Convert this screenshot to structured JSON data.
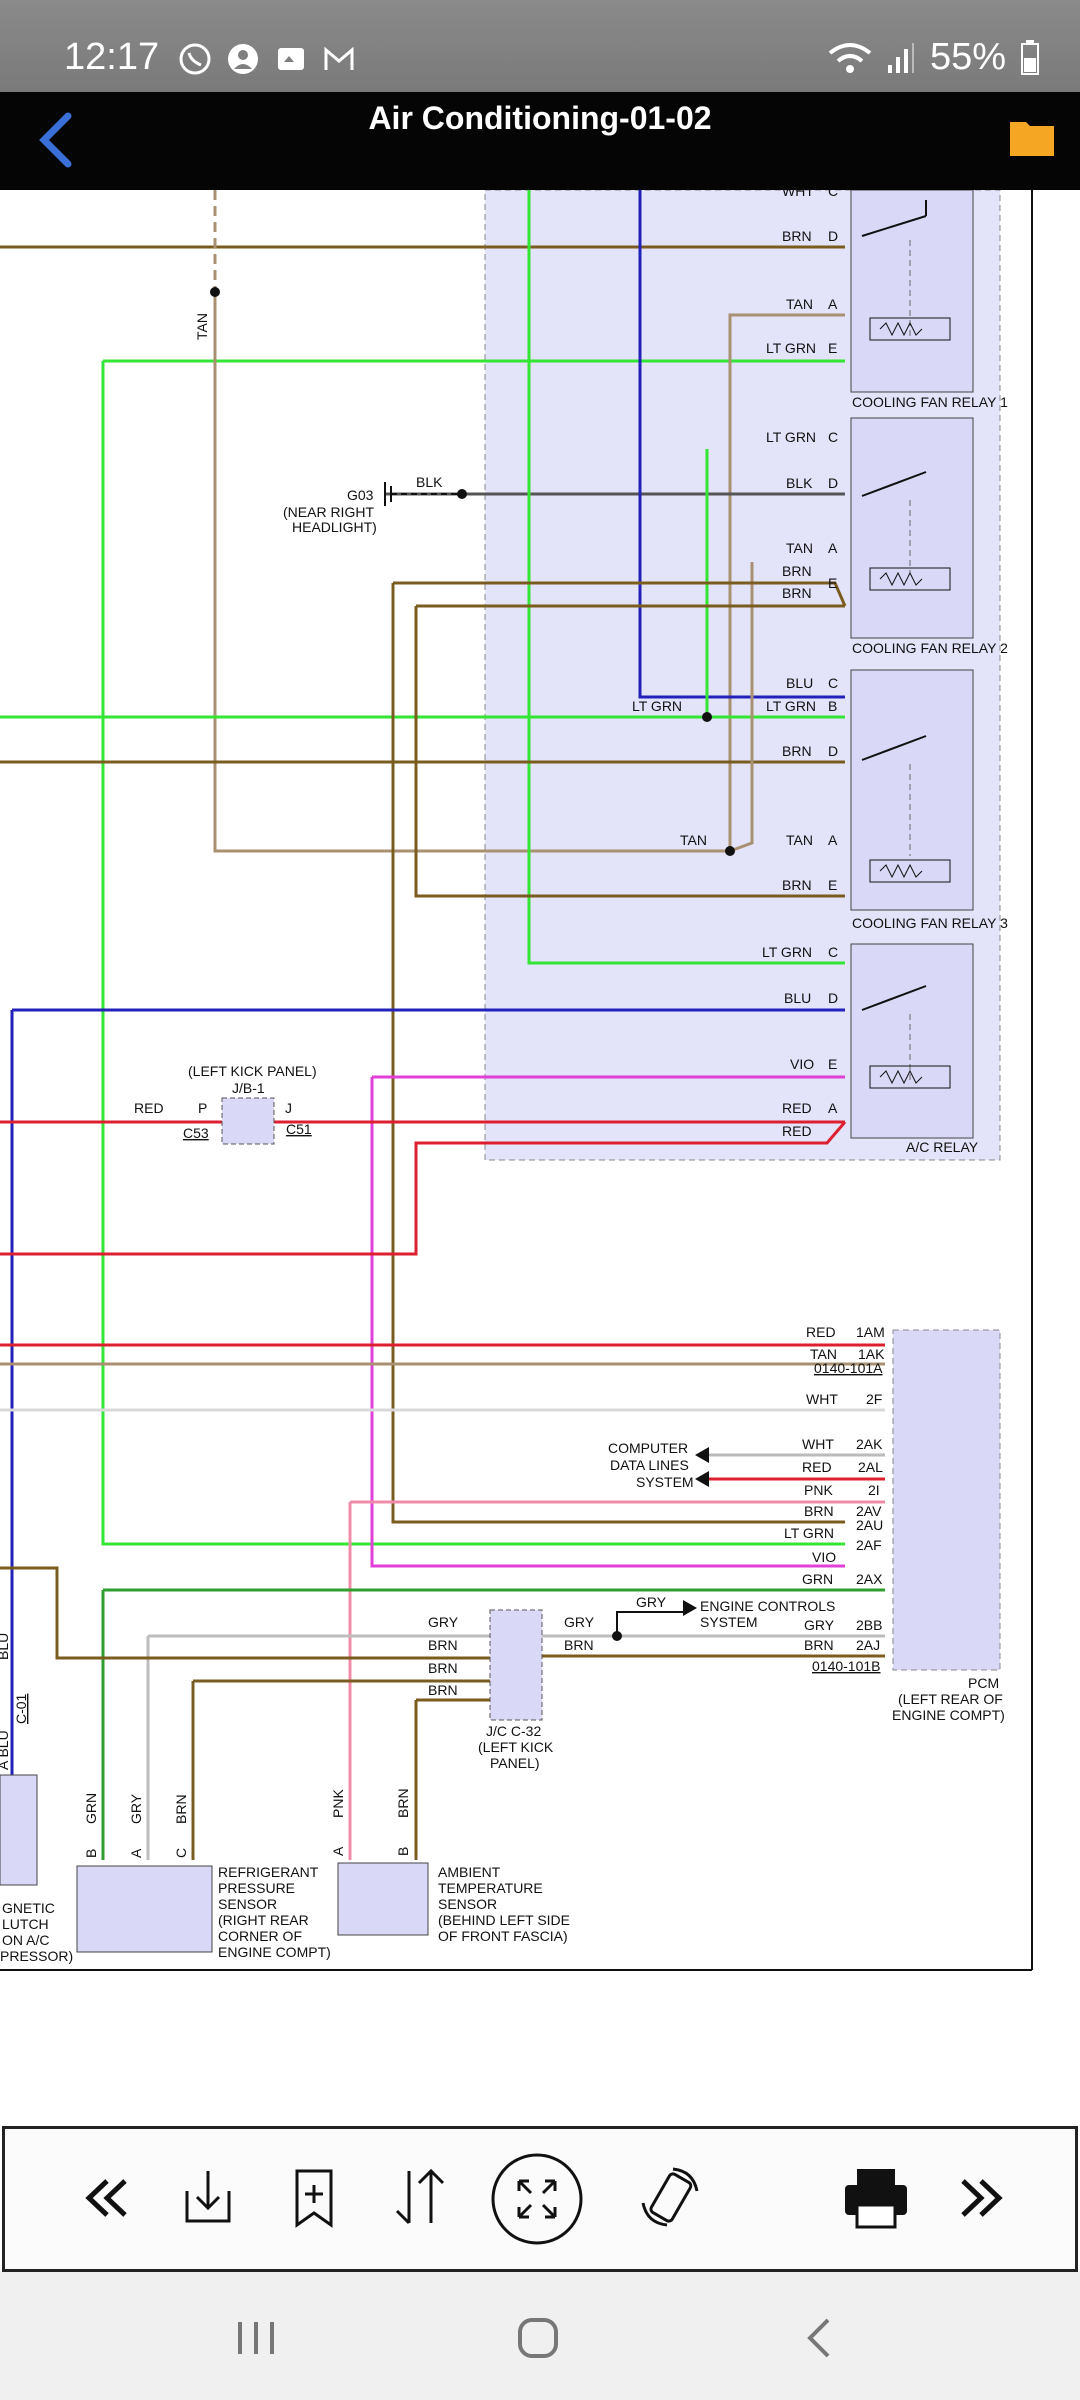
{
  "status_bar": {
    "time": "12:17",
    "battery": "55%",
    "icons_left": [
      "viber-icon",
      "account-icon",
      "image-icon",
      "gmail-icon"
    ],
    "icons_right": [
      "wifi-icon",
      "signal-icon",
      "battery-icon"
    ]
  },
  "app_bar": {
    "title": "Air Conditioning-01-02"
  },
  "diagram": {
    "relays": [
      "COOLING FAN RELAY 1",
      "COOLING FAN RELAY 2",
      "COOLING FAN RELAY 3",
      "A/C RELAY"
    ],
    "r1": {
      "c": "WHT",
      "d": "BRN",
      "a": "TAN",
      "e": "LT GRN",
      "pc": "C",
      "pd": "D",
      "pa": "A",
      "pe": "E"
    },
    "r2": {
      "c": "LT GRN",
      "d": "BLK",
      "a": "TAN",
      "brn1": "BRN",
      "brn2": "BRN",
      "e": "E"
    },
    "r3": {
      "c": "BLU",
      "b": "LT GRN",
      "d": "BRN",
      "a": "TAN",
      "e": "BRN",
      "ltgrn_left": "LT GRN",
      "tan_left": "TAN",
      "pb": "B"
    },
    "ac": {
      "c": "LT GRN",
      "d": "BLU",
      "e": "VIO",
      "a": "RED",
      "red2": "RED"
    },
    "ground": {
      "id": "G03",
      "wire": "BLK",
      "loc1": "(NEAR RIGHT",
      "loc2": "HEADLIGHT)"
    },
    "tan_vert": "TAN",
    "jb": {
      "loc": "(LEFT KICK PANEL)",
      "id": "J/B-1",
      "red": "RED",
      "p": "P",
      "j": "J",
      "c53": "C53",
      "c51": "C51"
    },
    "pcm_rows": [
      {
        "wire": "RED",
        "pin": "1AM"
      },
      {
        "wire": "TAN",
        "pin": "1AK"
      },
      {
        "wire": "",
        "pin": "0140-101A"
      },
      {
        "wire": "WHT",
        "pin": "2F"
      },
      {
        "wire": "WHT",
        "pin": "2AK"
      },
      {
        "wire": "RED",
        "pin": "2AL"
      },
      {
        "wire": "PNK",
        "pin": "2I"
      },
      {
        "wire": "BRN",
        "pin": "2AV"
      },
      {
        "wire": "",
        "pin": "2AU"
      },
      {
        "wire": "LT GRN",
        "pin": ""
      },
      {
        "wire": "",
        "pin": "2AF"
      },
      {
        "wire": "VIO",
        "pin": ""
      },
      {
        "wire": "GRN",
        "pin": "2AX"
      },
      {
        "wire": "GRY",
        "pin": "2BB"
      },
      {
        "wire": "BRN",
        "pin": "2AJ"
      },
      {
        "wire": "",
        "pin": "0140-101B"
      }
    ],
    "computer_data": [
      "COMPUTER",
      "DATA LINES",
      "SYSTEM"
    ],
    "engine_controls": [
      "ENGINE CONTROLS",
      "SYSTEM"
    ],
    "gry_top": "GRY",
    "pcm": {
      "id": "PCM",
      "loc1": "(LEFT REAR OF",
      "loc2": "ENGINE COMPT)"
    },
    "jc": {
      "id": "J/C C-32",
      "loc1": "(LEFT KICK",
      "loc2": "PANEL)",
      "gry_l": "GRY",
      "brn_l1": "BRN",
      "brn_l2": "BRN",
      "brn_l3": "BRN",
      "gry_r": "GRY",
      "brn_r": "BRN"
    },
    "refrig": {
      "lines": [
        "REFRIGERANT",
        "PRESSURE",
        "SENSOR",
        "(RIGHT REAR",
        "CORNER OF",
        "ENGINE COMPT)"
      ],
      "wires": [
        "GRN",
        "GRY",
        "BRN"
      ],
      "pins": [
        "B",
        "A",
        "C"
      ]
    },
    "ambient": {
      "lines": [
        "AMBIENT",
        "TEMPERATURE",
        "SENSOR",
        "(BEHIND LEFT SIDE",
        "OF FRONT FASCIA)"
      ],
      "wires": [
        "PNK",
        "BRN"
      ],
      "pins": [
        "A",
        "B"
      ]
    },
    "clutch": {
      "lines": [
        "GNETIC",
        "LUTCH",
        "ON A/C",
        "PRESSOR)"
      ],
      "blu": "BLU",
      "c01": "C-01",
      "ablu": "A BLU"
    }
  },
  "toolbar": [
    "first-page-icon",
    "download-icon",
    "bookmark-add-icon",
    "sort-icon",
    "fit-screen-icon",
    "rotate-icon",
    "print-icon",
    "last-page-icon"
  ],
  "colors": {
    "relay_fill": "#d9d9f7",
    "relay_zone": "#e3e3fa",
    "ltgrn": "#33e633",
    "brn": "#7a5c1e",
    "blu": "#2222bb",
    "red": "#dd1f2f",
    "vio": "#e03fd8",
    "pnk": "#f08ca8",
    "grn": "#2e9e2e",
    "tan": "#a89070",
    "gry": "#bdbdbd"
  }
}
